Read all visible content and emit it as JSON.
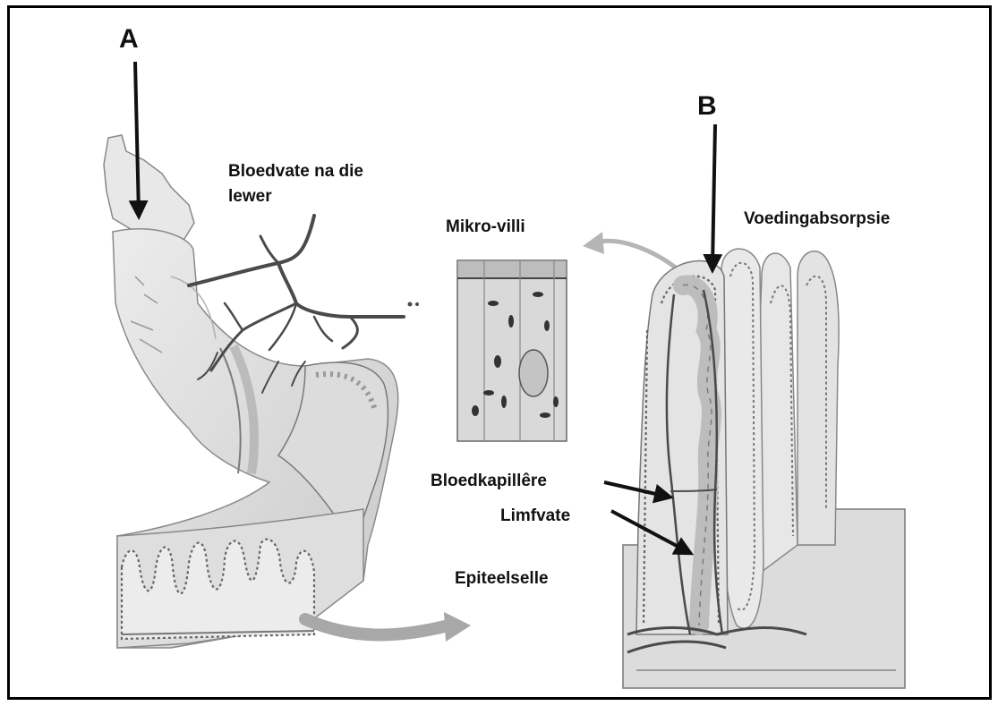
{
  "labels": {
    "a": "A",
    "b": "B",
    "blood_vessels_liver_line1": "Bloedvate na die",
    "blood_vessels_liver_line2": "lewer",
    "microvilli": "Mikro-villi",
    "nutrient_absorption": "Voedingabsorpsie",
    "blood_capillaries": "Bloedkapillêre",
    "lymph_vessels": "Limfvate",
    "epithelial_cells": "Epiteelselle"
  },
  "colors": {
    "frame": "#000000",
    "tissue_light": "#e6e6e6",
    "tissue_mid": "#cfcfcf",
    "tissue_dark": "#9a9a9a",
    "vessel": "#4a4a4a",
    "arrow": "#111111",
    "grey_arrow": "#a8a8a8"
  }
}
